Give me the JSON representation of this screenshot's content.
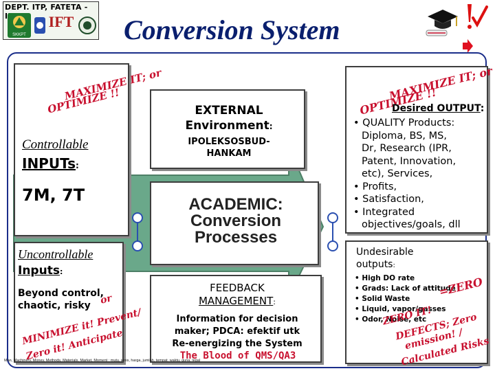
{
  "header": {
    "dept": "DEPT. ITP, FATETA - IPB",
    "logo_a_label": "SKKPT",
    "logo_b_label": "IFT",
    "title": "Conversion System"
  },
  "left_upper": {
    "wordart_1": "MAXIMIZE IT; or",
    "wordart_2": "OPTIMIZE !!",
    "controllable": "Controllable",
    "inputs_label": "INPUTs",
    "inputs_colon": ":",
    "inputs_value": "7M, 7T"
  },
  "left_lower": {
    "uncontrollable": "Uncontrollable",
    "inputs_label": "Inputs",
    "inputs_colon": ":",
    "desc_line1": "Beyond control,",
    "desc_line2": "chaotic, risky",
    "wordart_1": "or",
    "wordart_2": "MINIMIZE it! Prevent/",
    "wordart_3": "Zero it! Anticipate"
  },
  "external": {
    "title_line1": "EXTERNAL",
    "title_line2": "Environment",
    "colon": ":",
    "sub_line1": "IPOLEKSOSBUD-",
    "sub_line2": "HANKAM"
  },
  "academic": {
    "line1": "ACADEMIC:",
    "line2": "Conversion",
    "line3": "Processes"
  },
  "feedback": {
    "title_line1": "FEEDBACK",
    "title_line2": "MANAGEMENT",
    "colon": ":",
    "info_line1": "Information for decision",
    "info_line2": "maker; PDCA: efektif utk",
    "info_line3": "Re-energizing the System",
    "blood": "The Blood of QMS/QA3"
  },
  "desired": {
    "wordart_1": "MAXIMIZE IT; or",
    "wordart_2": "OPTIMIZE !!",
    "title": "Desired OUTPUT",
    "colon": ":",
    "items": [
      {
        "bullet": "•",
        "text": "QUALITY Products:"
      },
      {
        "bullet": "",
        "text": "Diploma, BS, MS,"
      },
      {
        "bullet": "",
        "text": "Dr, Research (IPR,"
      },
      {
        "bullet": "",
        "text": "Patent, Innovation,"
      },
      {
        "bullet": "",
        "text": "etc), Services,"
      },
      {
        "bullet": "•",
        "text": "Profits,"
      },
      {
        "bullet": "•",
        "text": "Satisfaction,"
      },
      {
        "bullet": "•",
        "text": "Integrated"
      },
      {
        "bullet": "",
        "text": "objectives/goals, dll"
      }
    ]
  },
  "undesired": {
    "title_line1": "Undesirable",
    "title_line2": "outputs",
    "colon": ":",
    "items": [
      "• High DO rate",
      "• Grads: Lack of attitude",
      "• Solid Waste",
      "• Liquid, vapor/gasses",
      "• Odor, Noise, etc"
    ],
    "wordart_1": "=ZERO",
    "wordart_2": "ZERO IT!",
    "wordart_3": "DEFECTS; Zero",
    "wordart_4": "emission! /",
    "wordart_5": "Calculated Risks"
  },
  "footer": "Man, Machinery, Money, Methods, Materials, Market, Moment : mutu, jenis, harga, jumlah, tempat, waktu, guna, legal",
  "colors": {
    "title": "#0a1f6e",
    "wordart": "#c8102e",
    "arrow": "#6aa88a",
    "frame": "#1a2d8a"
  }
}
